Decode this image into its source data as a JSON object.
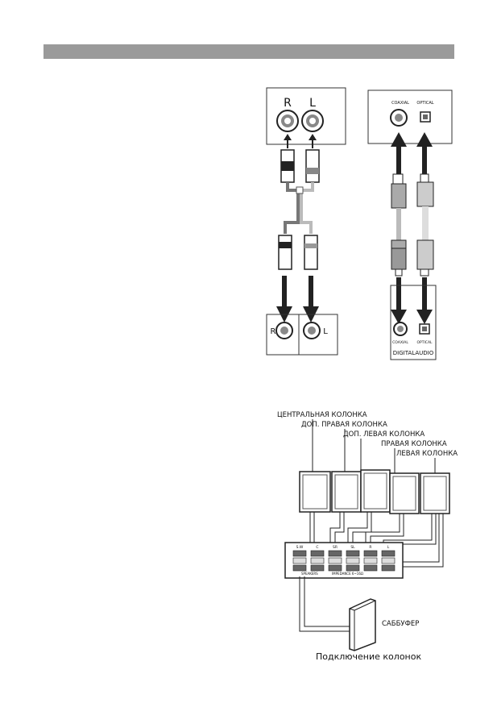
{
  "analog": {
    "right_label": "R",
    "left_label": "L",
    "bottom_right_label": "R",
    "bottom_left_label": "L"
  },
  "digital": {
    "top_coaxial": "COAXIAL",
    "top_optical": "OPTICAL",
    "bottom_coaxial": "COAXIAL",
    "bottom_optical": "OPTICAL",
    "device_label": "DIGITALAUDIO"
  },
  "speakers": {
    "center": "ЦЕНТРАЛЬНАЯ КОЛОНКА",
    "surround_right": "ДОП. ПРАВАЯ КОЛОНКА",
    "surround_left": "ДОП. ЛЕВАЯ КОЛОНКА",
    "front_right": "ПРАВАЯ КОЛОНКА",
    "front_left": "ЛЕВАЯ КОЛОНКА",
    "subwoofer": "САББУФЕР",
    "caption": "Подключение колонок",
    "terminal_labels": [
      "S.W",
      "C",
      "SR",
      "SL",
      "R",
      "L"
    ],
    "panel_text_left": "SPEAKERS",
    "panel_text_right": "IMPEDANCE 6~16Ω"
  }
}
